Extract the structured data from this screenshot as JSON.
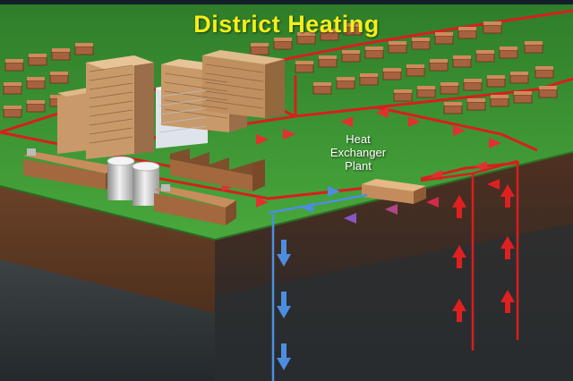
{
  "title": "District Heating",
  "plant_label": [
    "Heat",
    "Exchanger",
    "Plant"
  ],
  "colors": {
    "title": "#f4ee1a",
    "hot_pipe": "#d81e1e",
    "cold_pipe": "#4a8fe0",
    "grass": "#3f9a35",
    "soil": "#5a3720",
    "rock": "#3a3f42"
  },
  "icons": [
    "red-arrow-icon",
    "blue-arrow-icon",
    "purple-arrow-icon"
  ]
}
